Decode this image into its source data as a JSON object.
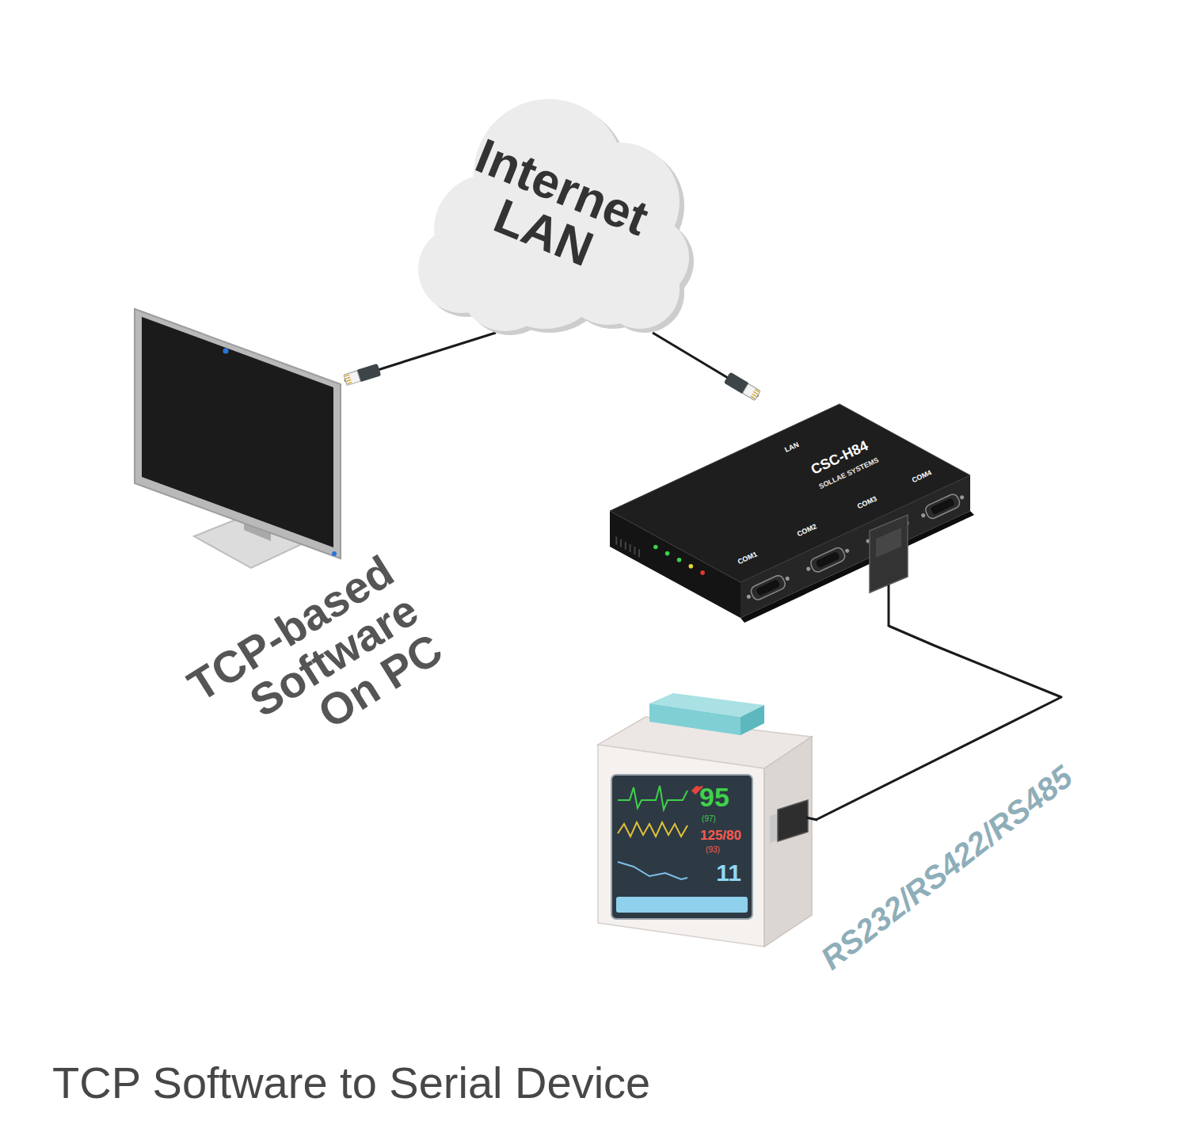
{
  "diagram": {
    "caption": "TCP Software to Serial Device",
    "nodes": [
      {
        "text": [
          "Internet LAN"
        ]
      },
      {
        "text": [
          "TCP-based Software On PC"
        ]
      },
      {
        "text": [
          "CSC-H84",
          "SOLLAE SYSTEMS"
        ]
      },
      {
        "text": [
          "95",
          "(97)",
          "125/80",
          "(93)",
          "11"
        ]
      }
    ],
    "edges": [
      {
        "from": 0,
        "to": 1,
        "arrow": "none"
      },
      {
        "from": 0,
        "to": 2,
        "arrow": "none"
      },
      {
        "from": 2,
        "to": 3,
        "label": "RS232/RS422/RS485",
        "arrow": "none"
      }
    ],
    "labels": [
      "LAN",
      "COM1",
      "COM2",
      "COM3",
      "COM4"
    ]
  }
}
